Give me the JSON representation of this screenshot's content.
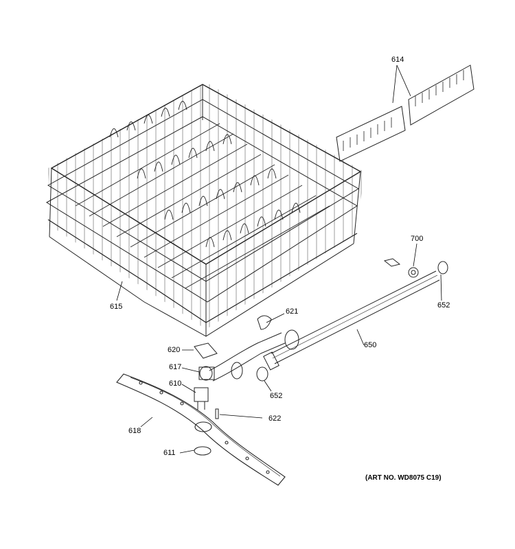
{
  "callouts": {
    "c614": "614",
    "c615": "615",
    "c621": "621",
    "c620": "620",
    "c617": "617",
    "c610": "610",
    "c618": "618",
    "c622": "622",
    "c611": "611",
    "c650": "650",
    "c652a": "652",
    "c652b": "652",
    "c700": "700"
  },
  "art_number": "(ART NO. WD8075 C19)"
}
